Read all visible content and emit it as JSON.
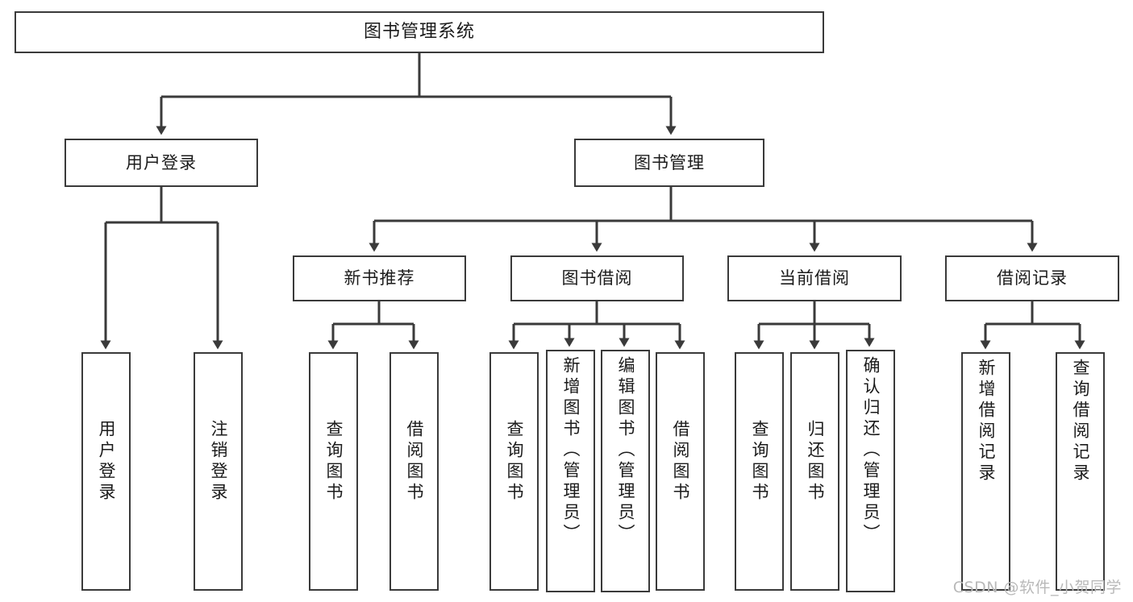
{
  "diagram": {
    "type": "tree",
    "title": "图书管理系统",
    "root": {
      "label": "图书管理系统"
    },
    "level2": [
      {
        "label": "用户登录"
      },
      {
        "label": "图书管理"
      }
    ],
    "level3": [
      {
        "label": "新书推荐",
        "parent": "图书管理"
      },
      {
        "label": "图书借阅",
        "parent": "图书管理"
      },
      {
        "label": "当前借阅",
        "parent": "图书管理"
      },
      {
        "label": "借阅记录",
        "parent": "图书管理"
      }
    ],
    "leaves": [
      {
        "label": "用户登录",
        "parent": "用户登录"
      },
      {
        "label": "注销登录",
        "parent": "用户登录"
      },
      {
        "label": "查询图书",
        "parent": "新书推荐"
      },
      {
        "label": "借阅图书",
        "parent": "新书推荐"
      },
      {
        "label": "查询图书",
        "parent": "图书借阅"
      },
      {
        "label": "新增图书（管理员）",
        "parent": "图书借阅"
      },
      {
        "label": "编辑图书（管理员）",
        "parent": "图书借阅"
      },
      {
        "label": "借阅图书",
        "parent": "图书借阅"
      },
      {
        "label": "查询图书",
        "parent": "当前借阅"
      },
      {
        "label": "归还图书",
        "parent": "当前借阅"
      },
      {
        "label": "确认归还（管理员）",
        "parent": "当前借阅"
      },
      {
        "label": "新增借阅记录",
        "parent": "借阅记录"
      },
      {
        "label": "查询借阅记录",
        "parent": "借阅记录"
      }
    ]
  },
  "watermark": {
    "text": "CSDN @软件_小贺同学"
  },
  "colors": {
    "background": "#ffffff",
    "box_border": "#3a3a3a",
    "connector": "#3a3a3a",
    "text": "#1b1b1b",
    "watermark": "#b9b9b9"
  }
}
